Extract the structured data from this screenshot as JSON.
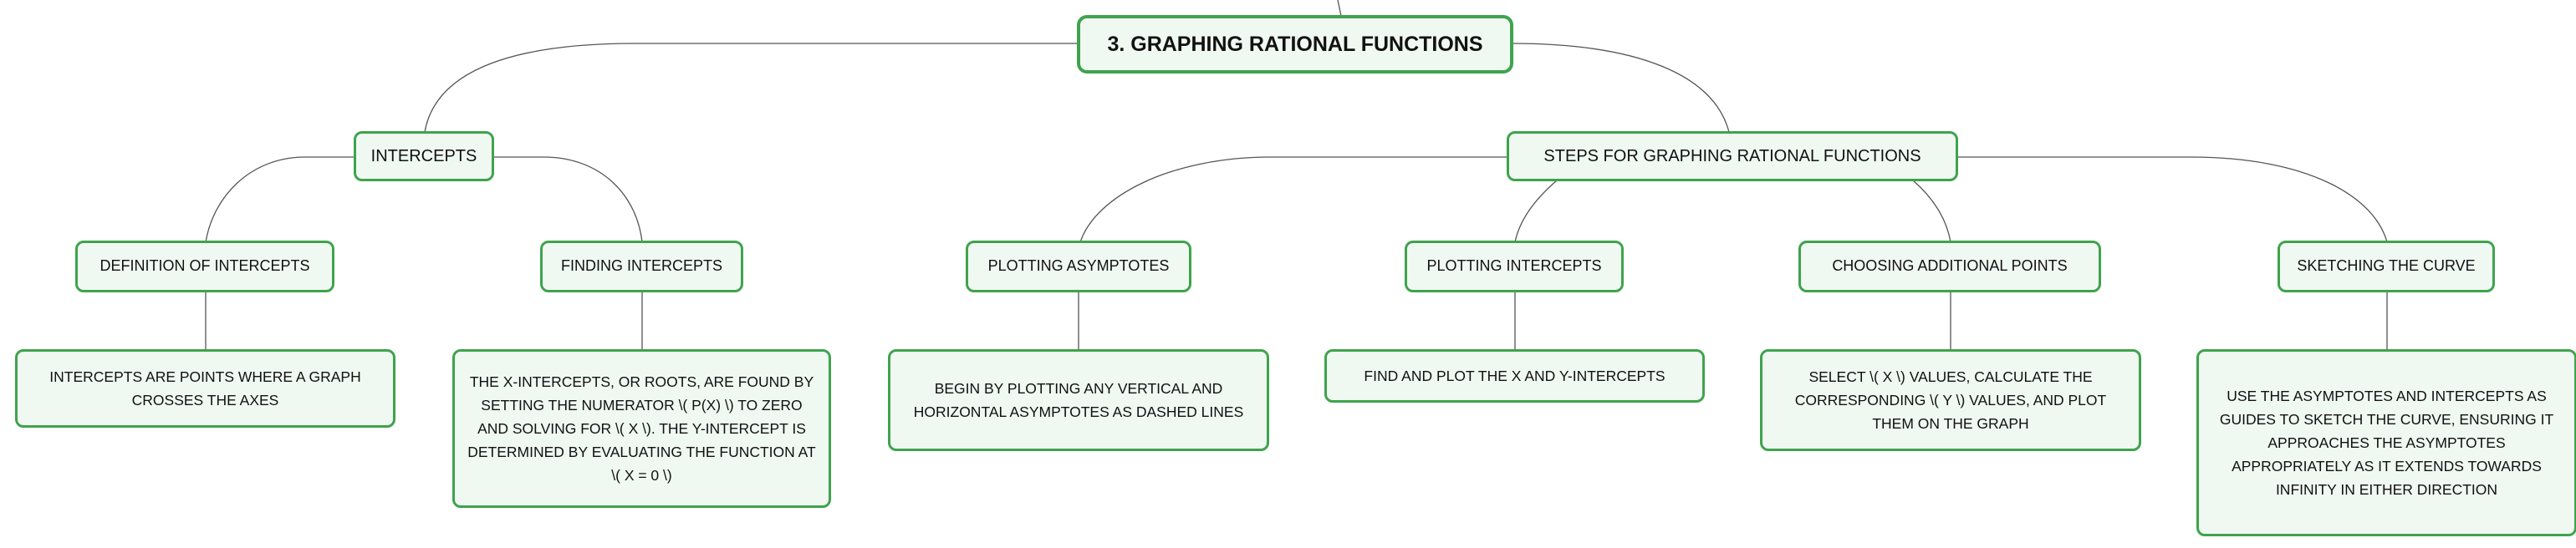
{
  "map": {
    "root": "3. GRAPHING RATIONAL FUNCTIONS",
    "intercepts": {
      "label": "INTERCEPTS",
      "definition": {
        "label": "DEFINITION OF INTERCEPTS",
        "detail": "INTERCEPTS ARE POINTS WHERE A GRAPH CROSSES THE AXES"
      },
      "finding": {
        "label": "FINDING INTERCEPTS",
        "detail": "THE X-INTERCEPTS, OR ROOTS, ARE FOUND BY SETTING THE NUMERATOR \\( P(X) \\) TO ZERO AND SOLVING FOR \\( X \\). THE Y-INTERCEPT IS DETERMINED BY EVALUATING THE FUNCTION AT \\( X = 0 \\)"
      }
    },
    "steps": {
      "label": "STEPS FOR GRAPHING RATIONAL FUNCTIONS",
      "asymptotes": {
        "label": "PLOTTING ASYMPTOTES",
        "detail": "BEGIN BY PLOTTING ANY VERTICAL AND HORIZONTAL ASYMPTOTES AS DASHED LINES"
      },
      "plot_intercepts": {
        "label": "PLOTTING INTERCEPTS",
        "detail": "FIND AND PLOT THE X AND Y-INTERCEPTS"
      },
      "additional": {
        "label": "CHOOSING ADDITIONAL POINTS",
        "detail": "SELECT \\( X \\) VALUES, CALCULATE THE CORRESPONDING \\( Y \\) VALUES, AND PLOT THEM ON THE GRAPH"
      },
      "sketch": {
        "label": "SKETCHING THE CURVE",
        "detail": "USE THE ASYMPTOTES AND INTERCEPTS AS GUIDES TO SKETCH THE CURVE, ENSURING IT APPROACHES THE ASYMPTOTES APPROPRIATELY AS IT EXTENDS TOWARDS INFINITY IN EITHER DIRECTION"
      }
    }
  },
  "colors": {
    "node_border": "#3fa34d",
    "node_fill": "#f0f8f2",
    "connector": "#555555",
    "text": "#111111"
  }
}
